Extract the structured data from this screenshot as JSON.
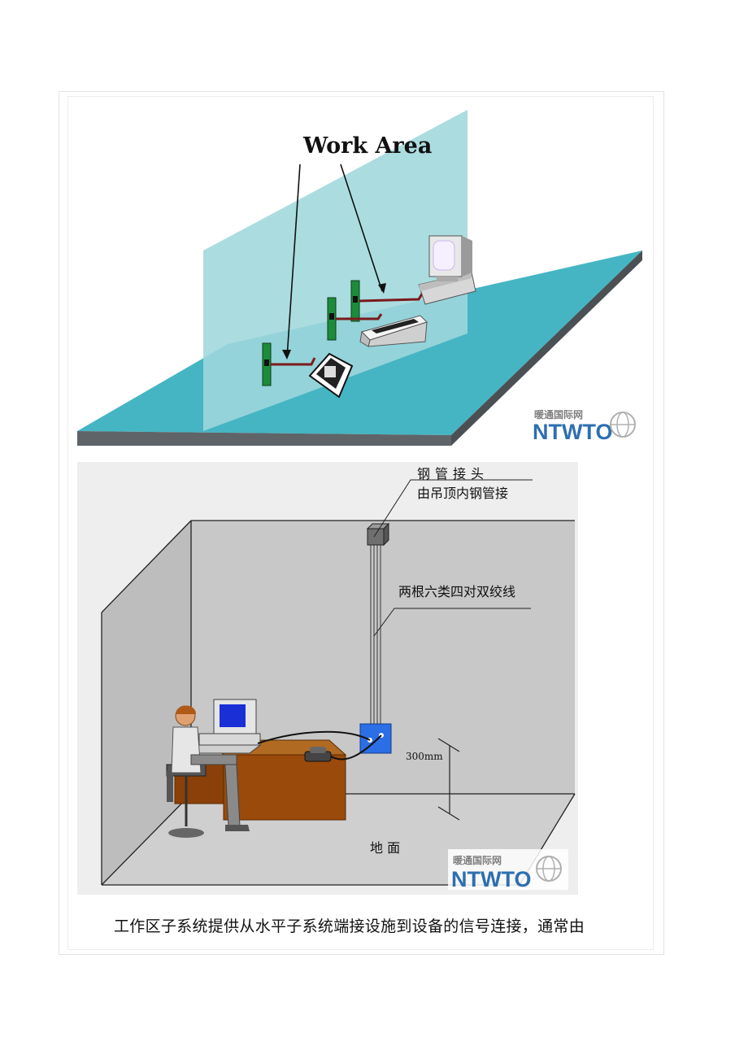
{
  "figure1": {
    "title": "Work Area",
    "watermark": {
      "cn": "暖通国际网",
      "logo": "NTWTO"
    }
  },
  "figure2": {
    "label_pipe_joint": "钢管接头",
    "label_pipe_source": "由吊顶内钢管接",
    "label_cable": "两根六类四对双绞线",
    "label_height": "300mm",
    "label_floor": "地 面",
    "watermark": {
      "cn": "暖通国际网",
      "logo": "NTWTO"
    }
  },
  "caption": "工作区子系统提供从水平子系统端接设施到设备的信号连接，通常由",
  "colors": {
    "floor": "#45b5c3",
    "partition": "#9fd7dc",
    "room_wall": "#c8c8c8",
    "faceplate": "#2b6ee6",
    "desk": "#a6530f"
  }
}
